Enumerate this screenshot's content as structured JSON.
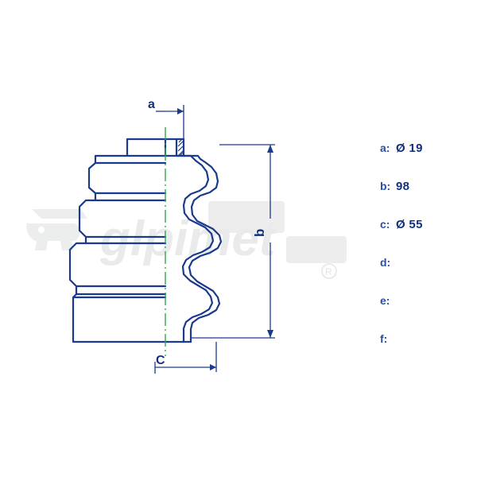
{
  "diagram": {
    "title": "cv-joint-boot-technical-drawing",
    "labels": {
      "a": "a",
      "b": "b",
      "c": "C"
    },
    "colors": {
      "outline": "#1a3a8f",
      "center_line": "#2fa84f",
      "text": "#12307d",
      "watermark": "#e9eaec"
    }
  },
  "specs": [
    {
      "key": "a:",
      "value": "Ø 19"
    },
    {
      "key": "b:",
      "value": "98"
    },
    {
      "key": "c:",
      "value": "Ø 55"
    },
    {
      "key": "d:",
      "value": ""
    },
    {
      "key": "e:",
      "value": ""
    },
    {
      "key": "f:",
      "value": ""
    }
  ],
  "watermark": {
    "text": "glpimet"
  }
}
